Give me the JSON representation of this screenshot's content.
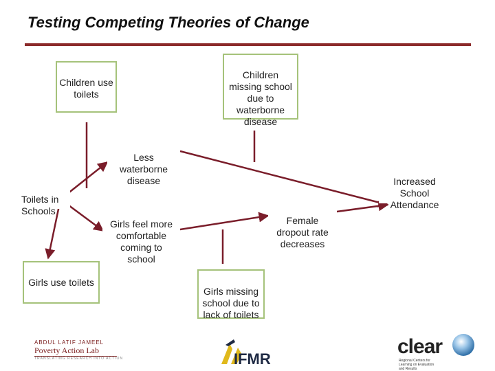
{
  "title": "Testing Competing Theories of Change",
  "nodes": {
    "children_use_toilets": "Children use\ntoilets",
    "children_missing_school": "Children\nmissing school\ndue to\nwaterborne\ndisease",
    "less_waterborne": "Less\nwaterborne\ndisease",
    "toilets_in_schools": "Toilets in\nSchools",
    "increased_attendance": "Increased\nSchool\nAttendance",
    "girls_comfortable": "Girls feel more\ncomfortable\ncoming to\nschool",
    "female_dropout": "Female\ndropout rate\ndecreases",
    "girls_use_toilets": "Girls use toilets",
    "girls_missing_school": "Girls missing\nschool due to\nlack of toilets"
  },
  "colors": {
    "arrow": "#7a1d2a",
    "box_border": "#a5c27a",
    "rule": "#8b2a2a"
  },
  "logos": {
    "jpal": {
      "line1": "ABDUL LATIF JAMEEL",
      "line2": "Poverty Action Lab",
      "line3": "TRANSLATING RESEARCH INTO ACTION"
    },
    "ifmr": {
      "text": "IFMR"
    },
    "clear": {
      "text": "clear",
      "sub": "Regional Centers for Learning on Evaluation and Results"
    }
  }
}
